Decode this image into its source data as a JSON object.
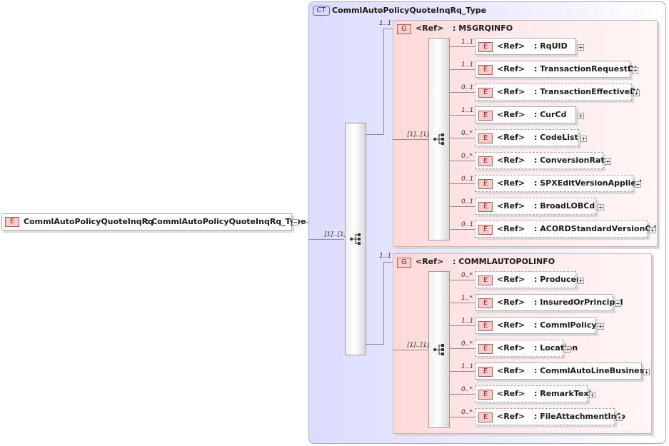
{
  "root_element": {
    "badge": "E",
    "name": "CommlAutoPolicyQuoteInqRq",
    "type": ": CommlAutoPolicyQuoteInqRq_Type",
    "sequence_multiplicity": "[1]..[1]"
  },
  "complex_type": {
    "badge": "CT",
    "name": "CommlAutoPolicyQuoteInqRq_Type"
  },
  "groups": [
    {
      "badge": "G",
      "ref": "<Ref>",
      "name": ": MSGRQINFO",
      "multiplicity": "1..1",
      "sequence_multiplicity": "[1]..[1]",
      "elements": [
        {
          "badge": "E",
          "ref": "<Ref>",
          "name": ": RqUID",
          "multiplicity": "1..1",
          "optional": false
        },
        {
          "badge": "E",
          "ref": "<Ref>",
          "name": ": TransactionRequestDt",
          "multiplicity": "1..1",
          "optional": false
        },
        {
          "badge": "E",
          "ref": "<Ref>",
          "name": ": TransactionEffectiveDt",
          "multiplicity": "0..1",
          "optional": true
        },
        {
          "badge": "E",
          "ref": "<Ref>",
          "name": ": CurCd",
          "multiplicity": "1..1",
          "optional": false
        },
        {
          "badge": "E",
          "ref": "<Ref>",
          "name": ": CodeList",
          "multiplicity": "0..*",
          "optional": true
        },
        {
          "badge": "E",
          "ref": "<Ref>",
          "name": ": ConversionRate",
          "multiplicity": "0..*",
          "optional": true
        },
        {
          "badge": "E",
          "ref": "<Ref>",
          "name": ": SPXEditVersionApplied",
          "multiplicity": "0..1",
          "optional": true
        },
        {
          "badge": "E",
          "ref": "<Ref>",
          "name": ": BroadLOBCd",
          "multiplicity": "0..1",
          "optional": true
        },
        {
          "badge": "E",
          "ref": "<Ref>",
          "name": ": ACORDStandardVersionCd",
          "multiplicity": "0..1",
          "optional": true
        }
      ]
    },
    {
      "badge": "G",
      "ref": "<Ref>",
      "name": ": COMMLAUTOPOLINFO",
      "multiplicity": "1..1",
      "sequence_multiplicity": "[1]..[1]",
      "elements": [
        {
          "badge": "E",
          "ref": "<Ref>",
          "name": ": Producer",
          "multiplicity": "0..*",
          "optional": true
        },
        {
          "badge": "E",
          "ref": "<Ref>",
          "name": ": InsuredOrPrincipal",
          "multiplicity": "1..*",
          "optional": false
        },
        {
          "badge": "E",
          "ref": "<Ref>",
          "name": ": CommlPolicy",
          "multiplicity": "1..1",
          "optional": false
        },
        {
          "badge": "E",
          "ref": "<Ref>",
          "name": ": Location",
          "multiplicity": "0..*",
          "optional": true
        },
        {
          "badge": "E",
          "ref": "<Ref>",
          "name": ": CommlAutoLineBusiness",
          "multiplicity": "1..1",
          "optional": false
        },
        {
          "badge": "E",
          "ref": "<Ref>",
          "name": ": RemarkText",
          "multiplicity": "0..*",
          "optional": true
        },
        {
          "badge": "E",
          "ref": "<Ref>",
          "name": ": FileAttachmentInfo",
          "multiplicity": "0..*",
          "optional": true
        }
      ]
    }
  ],
  "icons": {
    "sequence": "sequence-compositor-icon",
    "expand": "expand-plus-icon",
    "collapse": "collapse-minus-icon"
  },
  "colors": {
    "element_badge": "#ffcccc",
    "group_fill": "#ffe8e8",
    "complex_type_fill": "#e6e6ff"
  }
}
